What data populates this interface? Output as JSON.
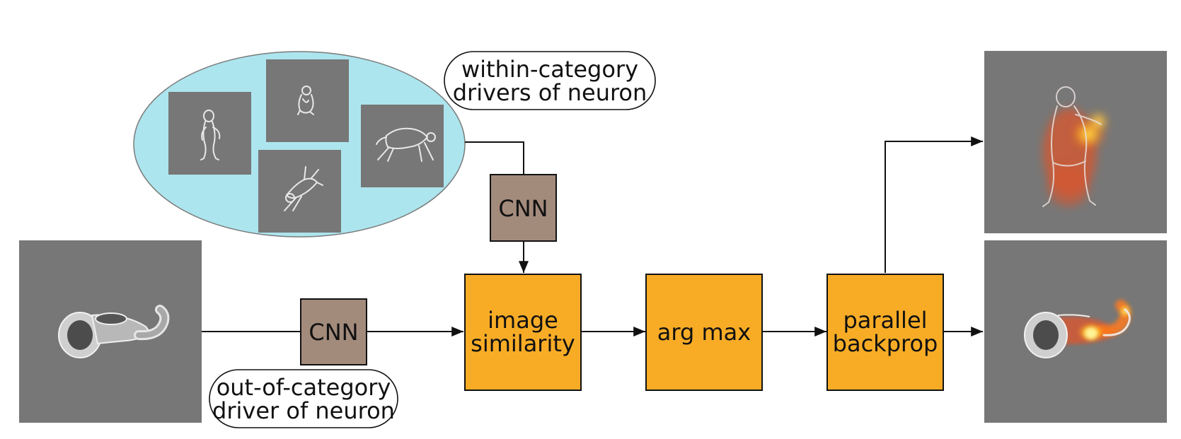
{
  "labels": {
    "within_category": [
      "within-category",
      "drivers of neuron"
    ],
    "out_of_category": [
      "out-of-category",
      "driver of neuron"
    ]
  },
  "boxes": {
    "cnn_top": "CNN",
    "cnn_bottom": "CNN",
    "image_similarity": [
      "image",
      "similarity"
    ],
    "arg_max": "arg max",
    "parallel_backprop": [
      "parallel",
      "backprop"
    ]
  },
  "colors": {
    "ellipse_fill": "#ade5ee",
    "ellipse_stroke": "#7a7a7a",
    "thumbnail_bg": "#777777",
    "cnn_fill": "#a38b7c",
    "block_fill": "#f8ac26",
    "heat_glow": "#ffcc22",
    "arrow": "#111111"
  }
}
